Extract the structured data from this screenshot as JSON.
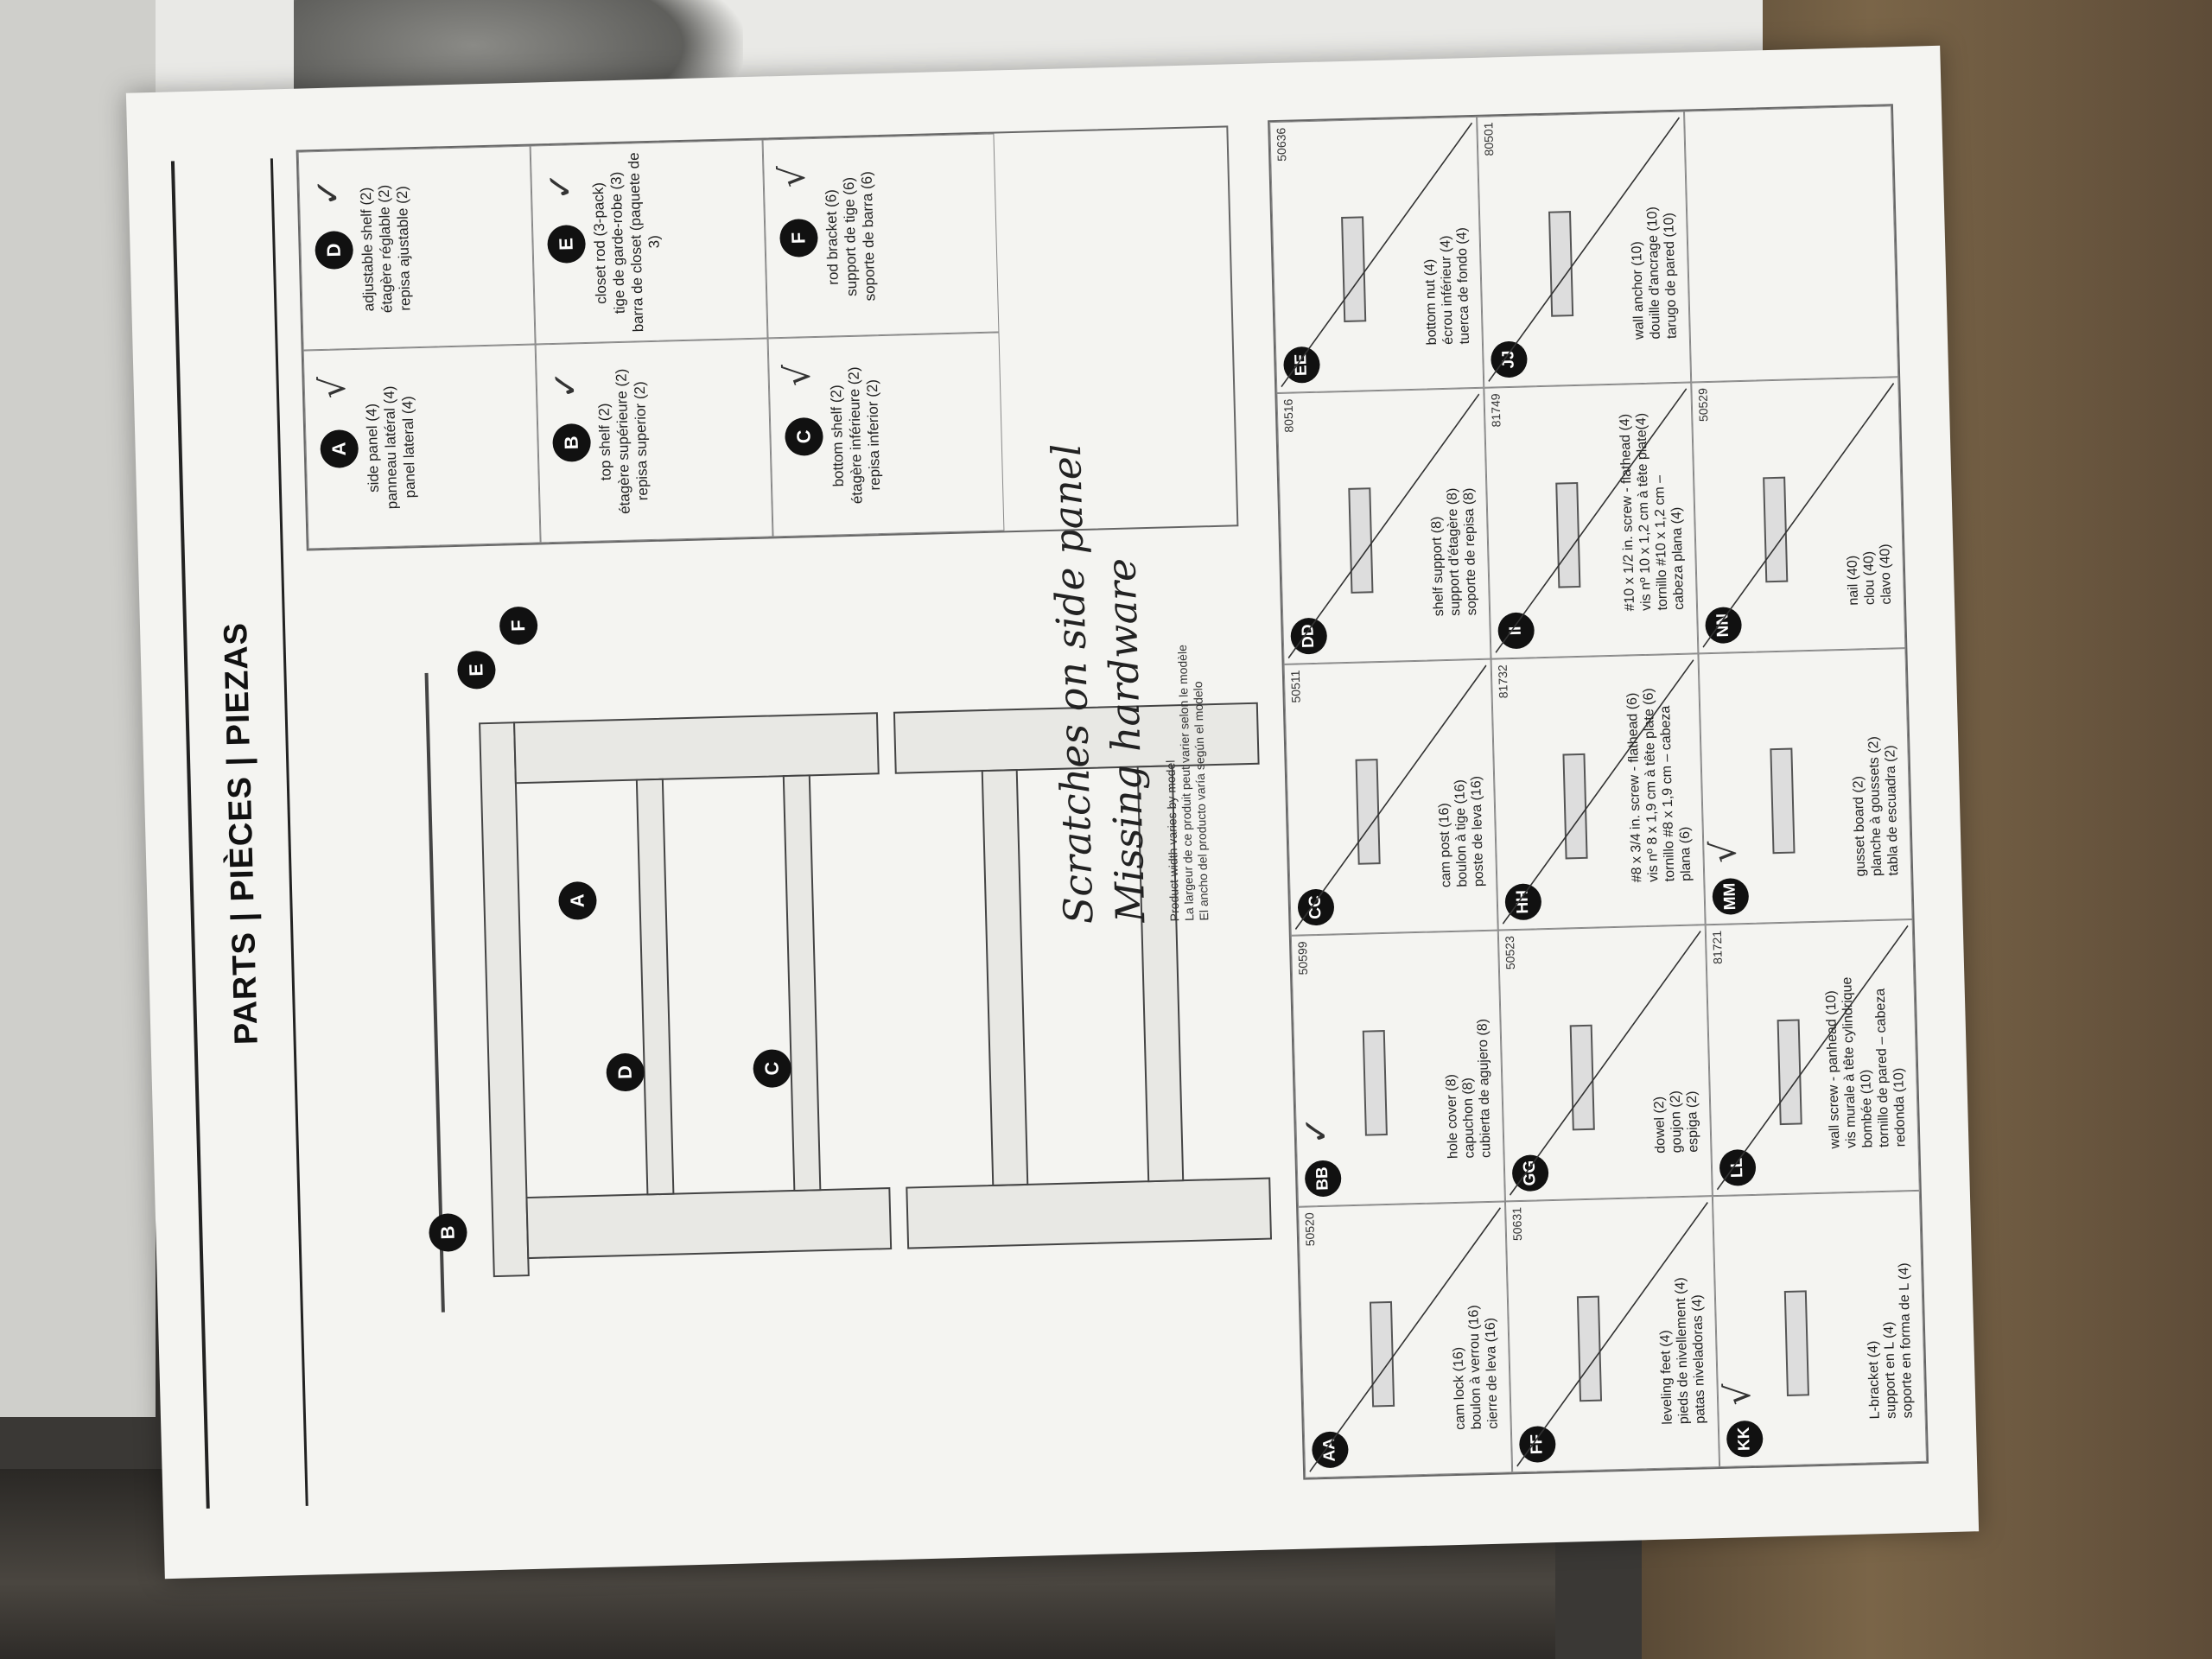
{
  "title": "PARTS | PIÈCES | PIEZAS",
  "top_parts": [
    {
      "id": "A",
      "lines": [
        "side panel (4)",
        "panneau latéral (4)",
        "panel lateral (4)"
      ],
      "check": "√"
    },
    {
      "id": "D",
      "lines": [
        "adjustable shelf (2)",
        "étagère réglable (2)",
        "repisa ajustable (2)"
      ],
      "check": "✓"
    },
    {
      "id": "B",
      "lines": [
        "top shelf (2)",
        "étagère supérieure (2)",
        "repisa superior (2)"
      ],
      "check": "✓"
    },
    {
      "id": "E",
      "lines": [
        "closet rod (3-pack)",
        "tige de garde-robe (3)",
        "barra de closet (paquete de 3)"
      ],
      "check": "✓"
    },
    {
      "id": "C",
      "lines": [
        "bottom shelf (2)",
        "étagère inférieure (2)",
        "repisa inferior (2)"
      ],
      "check": "√"
    },
    {
      "id": "F",
      "lines": [
        "rod bracket (6)",
        "support de tige (6)",
        "soporte de barra (6)"
      ],
      "check": "√"
    }
  ],
  "diagram_labels": [
    "B",
    "D",
    "C",
    "A",
    "E",
    "F"
  ],
  "handwritten": [
    "Scratches on side panel",
    "Missing hardware"
  ],
  "product_note": [
    "Product width varies by model",
    "La largeur de ce produit peut varier selon le modèle",
    "El ancho del producto varía según el modelo"
  ],
  "hardware": [
    {
      "id": "AA",
      "code": "50520",
      "lines": [
        "cam lock (16)",
        "boulon à verrou (16)",
        "cierre de leva (16)"
      ],
      "crossed": true
    },
    {
      "id": "BB",
      "code": "50599",
      "lines": [
        "hole cover (8)",
        "capuchon (8)",
        "cubierta de agujero (8)"
      ],
      "crossed": false,
      "check": "✓"
    },
    {
      "id": "CC",
      "code": "50511",
      "lines": [
        "cam post (16)",
        "boulon à tige (16)",
        "poste de leva (16)"
      ],
      "crossed": true
    },
    {
      "id": "DD",
      "code": "80516",
      "lines": [
        "shelf support (8)",
        "support d'étagère (8)",
        "soporte de repisa (8)"
      ],
      "crossed": true
    },
    {
      "id": "EE",
      "code": "50636",
      "lines": [
        "bottom nut (4)",
        "écrou inférieur (4)",
        "tuerca de fondo (4)"
      ],
      "crossed": true
    },
    {
      "id": "FF",
      "code": "50631",
      "lines": [
        "leveling feet (4)",
        "pieds de nivellement (4)",
        "patas niveladoras (4)"
      ],
      "crossed": true
    },
    {
      "id": "GG",
      "code": "50523",
      "lines": [
        "dowel (2)",
        "goujon (2)",
        "espiga (2)"
      ],
      "crossed": true
    },
    {
      "id": "HH",
      "code": "81732",
      "lines": [
        "#8 x 3/4 in. screw - flathead (6)",
        "vis nº 8 x 1,9 cm à tête plate (6)",
        "tornillo #8 x 1,9 cm – cabeza",
        "plana (6)"
      ],
      "crossed": true
    },
    {
      "id": "II",
      "code": "81749",
      "lines": [
        "#10 x 1/2 in. screw - flathead (4)",
        "vis nº 10 x 1,2 cm à tête plate(4)",
        "tornillo #10 x 1,2 cm –",
        "cabeza plana (4)"
      ],
      "crossed": true
    },
    {
      "id": "JJ",
      "code": "80501",
      "lines": [
        "wall anchor (10)",
        "douille d'ancrage (10)",
        "tarugo de pared (10)"
      ],
      "crossed": true
    },
    {
      "id": "KK",
      "code": "",
      "lines": [
        "L-bracket (4)",
        "support en L (4)",
        "soporte en forma de L (4)"
      ],
      "crossed": false,
      "check": "√"
    },
    {
      "id": "LL",
      "code": "81721",
      "lines": [
        "wall screw - panhead (10)",
        "vis murale à tête cylindrique",
        "bombée (10)",
        "tornillo de pared – cabeza",
        "redonda (10)"
      ],
      "crossed": true
    },
    {
      "id": "MM",
      "code": "",
      "lines": [
        "gusset board (2)",
        "planche à goussets (2)",
        "tabla de escuadra (2)"
      ],
      "crossed": false,
      "check": "√"
    },
    {
      "id": "NN",
      "code": "50529",
      "lines": [
        "nail (40)",
        "clou (40)",
        "clavo (40)"
      ],
      "crossed": true
    },
    {
      "id": "",
      "code": "",
      "lines": [],
      "crossed": false
    }
  ]
}
